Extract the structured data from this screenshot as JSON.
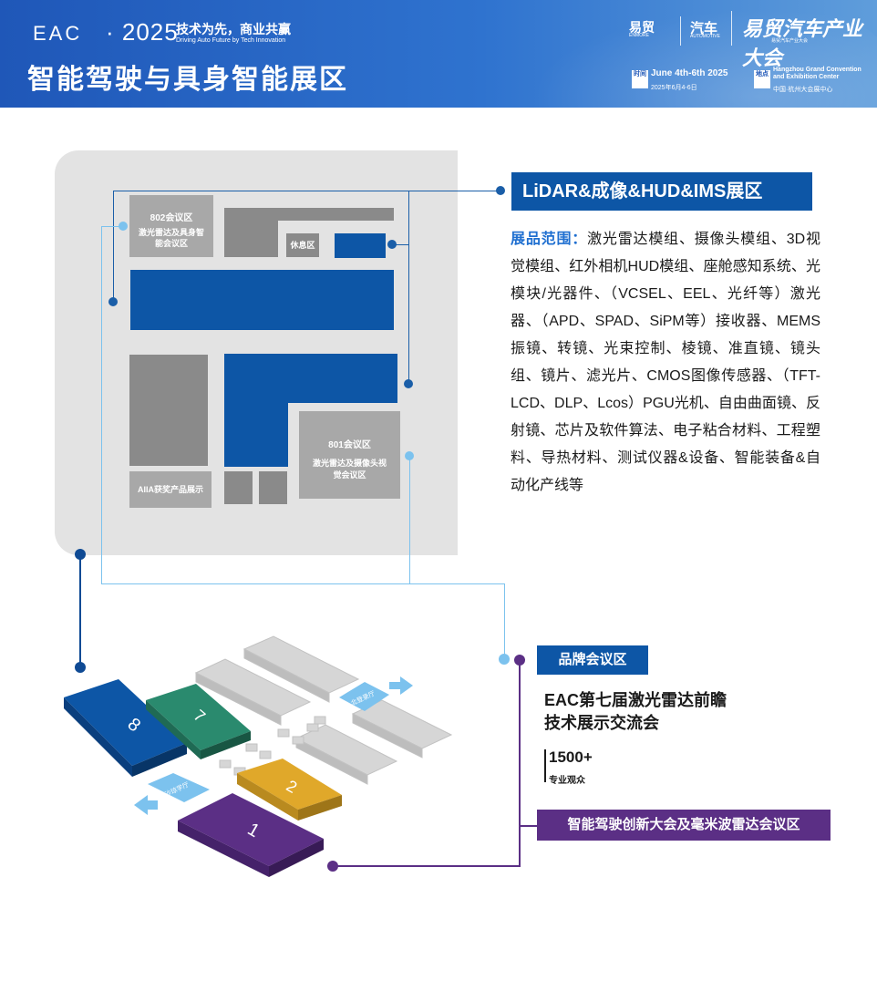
{
  "header": {
    "eac_logo": "EAC",
    "year": "· 2025",
    "slogan_cn": "技术为先，商业共赢",
    "slogan_en": "Driving Auto Future by Tech Innovation",
    "title": "智能驾驶与具身智能展区",
    "org1": "易贸",
    "org1_sub": "ENMORE",
    "org2": "汽车",
    "org2_sub": "AUTOMOTIVE",
    "org3": "易贸汽车产业大会",
    "org3_sub": "易贸汽车产业大会",
    "date_badge": "时间",
    "date_en": "June 4th-6th 2025",
    "date_cn": "2025年6月4-6日",
    "venue_badge": "地点",
    "venue_en": "Hangzhou Grand Convention and Exhibition Center",
    "venue_cn": "中国·杭州大会展中心"
  },
  "floor_plan": {
    "room_802_title": "802会议区",
    "room_802_desc": "激光雷达及具身智能会议区",
    "rest_area": "休息区",
    "room_801_title": "801会议区",
    "room_801_desc": "激光雷达及摄像头视觉会议区",
    "aiia_area": "AIIA获奖产品展示"
  },
  "zone": {
    "title": "LiDAR&成像&HUD&IMS展区",
    "exhibits_label": "展品范围：",
    "exhibits_text": "激光雷达模组、摄像头模组、3D视觉模组、红外相机HUD模组、座舱感知系统、光模块/光器件、（VCSEL、EEL、光纤等）激光器、（APD、SPAD、SiPM等）接收器、MEMS振镜、转镜、光束控制、棱镜、准直镜、镜头组、镜片、滤光片、CMOS图像传感器、（TFT-LCD、DLP、Lcos）PGU光机、自由曲面镜、反射镜、芯片及软件算法、电子粘合材料、工程塑料、导热材料、测试仪器&设备、智能装备&自动化产线等"
  },
  "venue_map": {
    "hall_8": "8",
    "hall_7": "7",
    "hall_2": "2",
    "hall_1": "1",
    "south_hall": "沙琼学厅",
    "north_hall": "北登录厅"
  },
  "brand_zone": {
    "tag": "品牌会议区",
    "forum_line1": "EAC第七届激光雷达前瞻",
    "forum_line2": "技术展示交流会",
    "stat_number": "1500+",
    "stat_label": "专业观众"
  },
  "innovation_zone": {
    "tag": "智能驾驶创新大会及毫米波雷达会议区"
  },
  "colors": {
    "brand_blue": "#0d56a6",
    "light_blue": "#7cc2ee",
    "purple": "#5b2f85",
    "teal": "#2a8a6e",
    "gold": "#e0a82a"
  }
}
